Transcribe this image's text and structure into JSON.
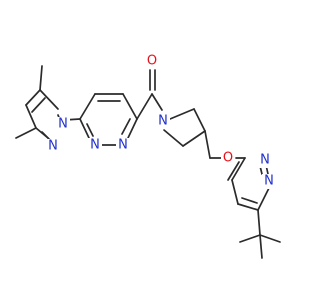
{
  "colors": {
    "bond": "#2b2b2b",
    "nitrogen": "#1f2fd0",
    "oxygen": "#e8101a",
    "background": "#ffffff"
  },
  "molecule": {
    "atom_labels": {
      "n_pyrazole_1": "N",
      "n_pyrazole_2": "N",
      "n_pyridazine_a1": "N",
      "n_pyridazine_a2": "N",
      "o_carbonyl": "O",
      "n_pyrrolidine": "N",
      "o_ether": "O",
      "n_pyridazine_b1": "N",
      "n_pyridazine_b2": "N"
    }
  }
}
